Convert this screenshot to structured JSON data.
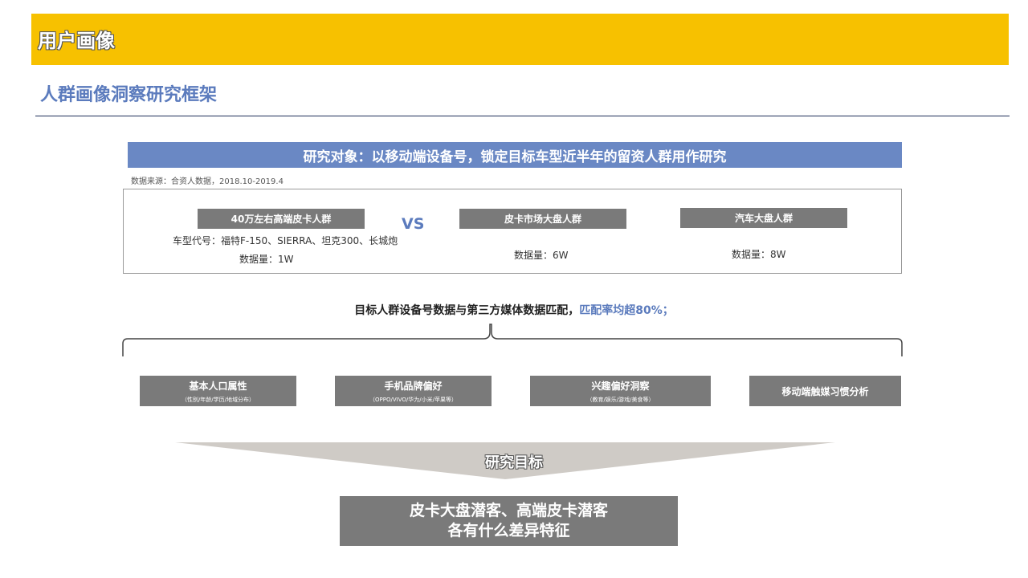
{
  "header": {
    "title": "用户画像"
  },
  "section_title": "人群画像洞察研究框架",
  "research_object": "研究对象：以移动端设备号，锁定目标车型近半年的留资人群用作研究",
  "data_source": "数据来源：合资人数据，2018.10-2019.4",
  "groups": [
    {
      "label": "40万左右高端皮卡人群",
      "models": "车型代号：福特F-150、SIERRA、坦克300、长城炮",
      "volume": "数据量：1W"
    },
    {
      "label": "皮卡市场大盘人群",
      "volume": "数据量：6W"
    },
    {
      "label": "汽车大盘人群",
      "volume": "数据量：8W"
    }
  ],
  "vs_label": "VS",
  "match": {
    "text": "目标人群设备号数据与第三方媒体数据匹配，",
    "highlight": "匹配率均超80%；"
  },
  "dimensions": [
    {
      "title": "基本人口属性",
      "subtitle": "（性别/年龄/学历/地域分布）"
    },
    {
      "title": "手机品牌偏好",
      "subtitle": "（OPPO/VIVO/华为/小米/苹果等）"
    },
    {
      "title": "兴趣偏好洞察",
      "subtitle": "（教育/娱乐/游戏/美食等）"
    },
    {
      "title": "移动端触媒习惯分析",
      "subtitle": ""
    }
  ],
  "goal_label": "研究目标",
  "result": {
    "line1": "皮卡大盘潜客、高端皮卡潜客",
    "line2": "各有什么差异特征"
  },
  "colors": {
    "banner": "#f7c100",
    "accent": "#5b7bbd",
    "bar": "#6a88c4",
    "box": "#7a7a7a"
  }
}
